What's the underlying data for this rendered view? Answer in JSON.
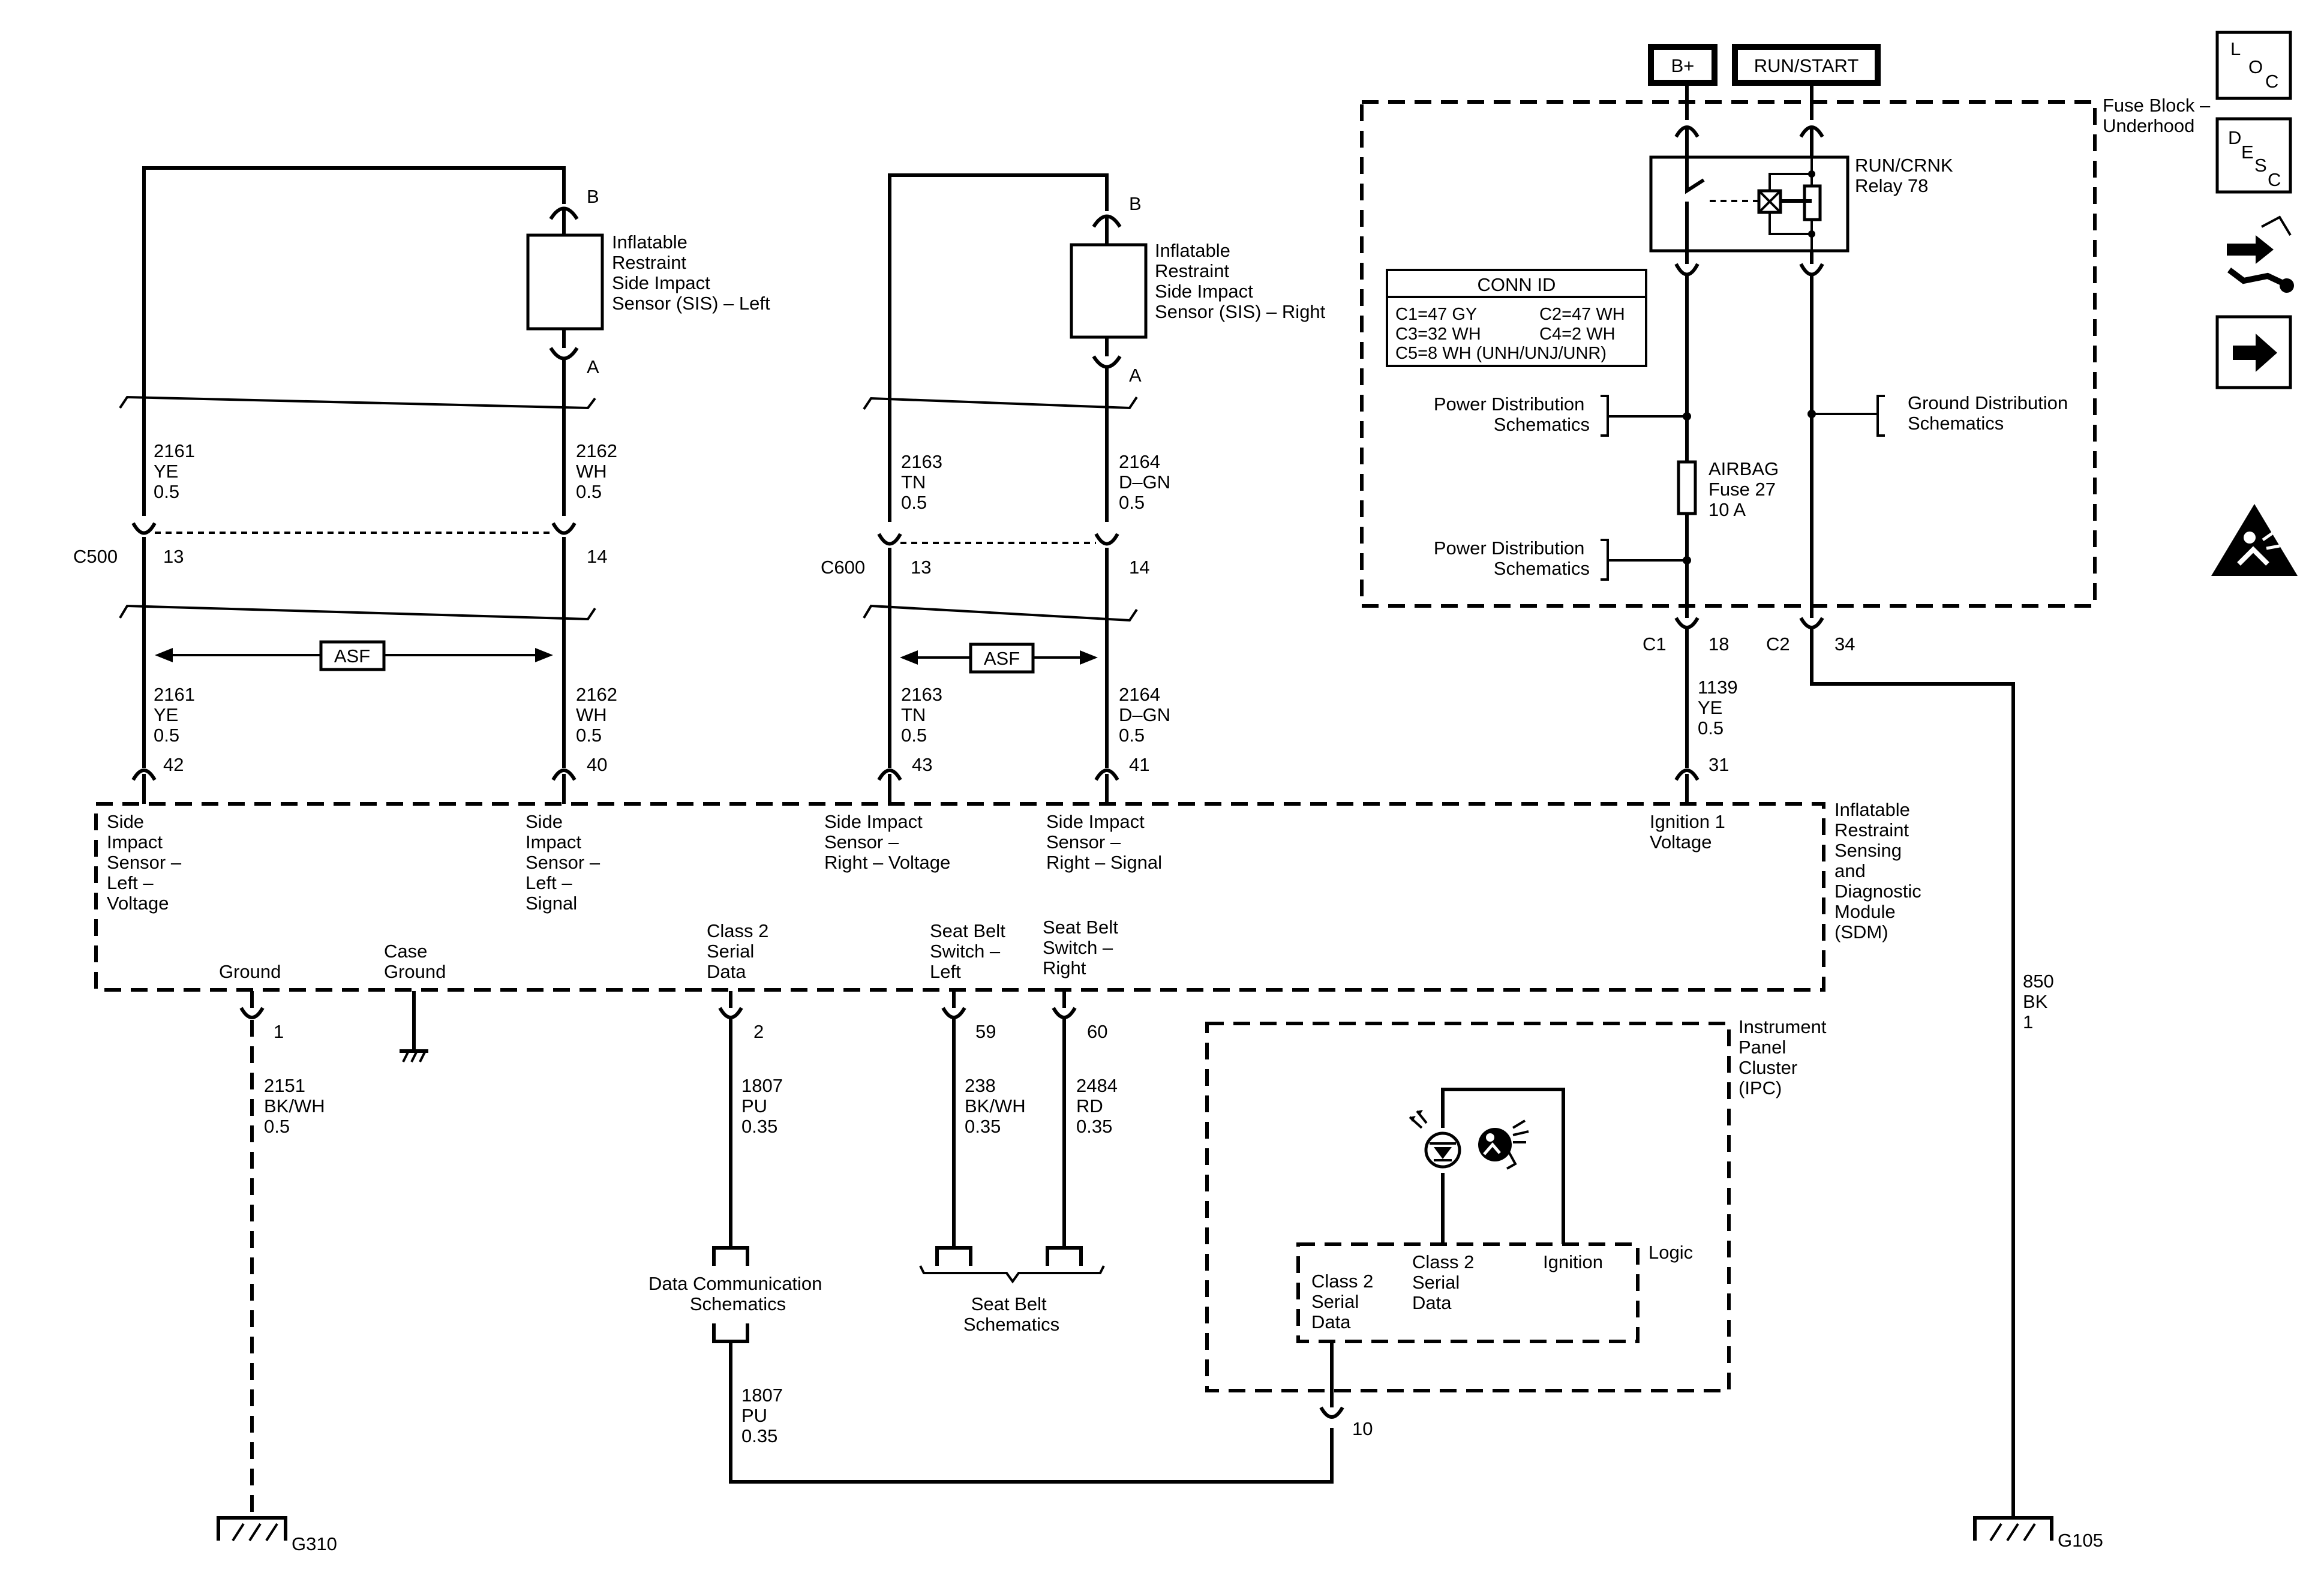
{
  "power_sources": {
    "b_plus": "B+",
    "run_start": "RUN/START"
  },
  "fuse_block": {
    "title_lines": [
      "Fuse Block –",
      "Underhood"
    ],
    "relay_lines": [
      "RUN/CRNK",
      "Relay 78"
    ],
    "conn_id": {
      "header": "CONN ID",
      "rows": [
        "C1=47 GY",
        "C2=47 WH",
        "C3=32 WH",
        "C4=2 WH",
        "C5=8 WH (UNH/UNJ/UNR)"
      ]
    },
    "power_dist_lines": [
      "Power Distribution",
      "Schematics"
    ],
    "ground_dist_lines": [
      "Ground Distribution",
      "Schematics"
    ],
    "fuse_lines": [
      "AIRBAG",
      "Fuse 27",
      "10 A"
    ],
    "c1": "C1",
    "c1_pin": "18",
    "c2": "C2",
    "c2_pin": "34"
  },
  "left_sensor": {
    "label_lines": [
      "Inflatable",
      "Restraint",
      "Side Impact",
      "Sensor (SIS) – Left"
    ],
    "pin_b": "B",
    "pin_a": "A"
  },
  "right_sensor": {
    "label_lines": [
      "Inflatable",
      "Restraint",
      "Side Impact",
      "Sensor (SIS) – Right"
    ],
    "pin_b": "B",
    "pin_a": "A"
  },
  "connectors": {
    "c500": "C500",
    "c500_pin13": "13",
    "c500_pin14": "14",
    "c600": "C600",
    "c600_pin13": "13",
    "c600_pin14": "14"
  },
  "asf_label": "ASF",
  "wires": {
    "w2161": [
      "2161",
      "YE",
      "0.5"
    ],
    "w2162": [
      "2162",
      "WH",
      "0.5"
    ],
    "w2163": [
      "2163",
      "TN",
      "0.5"
    ],
    "w2164": [
      "2164",
      "D–GN",
      "0.5"
    ],
    "w1139": [
      "1139",
      "YE",
      "0.5"
    ],
    "w850": [
      "850",
      "BK",
      "1"
    ],
    "w2151": [
      "2151",
      "BK/WH",
      "0.5"
    ],
    "w1807": [
      "1807",
      "PU",
      "0.35"
    ],
    "w238": [
      "238",
      "BK/WH",
      "0.35"
    ],
    "w2484": [
      "2484",
      "RD",
      "0.35"
    ]
  },
  "sdm": {
    "title_lines": [
      "Inflatable",
      "Restraint",
      "Sensing",
      "and",
      "Diagnostic",
      "Module",
      "(SDM)"
    ],
    "pin42": "42",
    "pin40": "40",
    "pin43": "43",
    "pin41": "41",
    "pin31": "31",
    "pin1": "1",
    "pin2": "2",
    "pin59": "59",
    "pin60": "60",
    "label_sis_left_voltage": [
      "Side",
      "Impact",
      "Sensor –",
      "Left –",
      "Voltage"
    ],
    "label_sis_left_signal": [
      "Side",
      "Impact",
      "Sensor –",
      "Left –",
      "Signal"
    ],
    "label_sis_right_voltage": [
      "Side Impact",
      "Sensor –",
      "Right – Voltage"
    ],
    "label_sis_right_signal": [
      "Side Impact",
      "Sensor –",
      "Right – Signal"
    ],
    "label_ignition": [
      "Ignition 1",
      "Voltage"
    ],
    "label_ground": "Ground",
    "label_case_ground": [
      "Case",
      "Ground"
    ],
    "label_class2": [
      "Class 2",
      "Serial",
      "Data"
    ],
    "label_sb_left": [
      "Seat Belt",
      "Switch –",
      "Left"
    ],
    "label_sb_right": [
      "Seat Belt",
      "Switch –",
      "Right"
    ]
  },
  "ipc": {
    "title_lines": [
      "Instrument",
      "Panel",
      "Cluster",
      "(IPC)"
    ],
    "logic": "Logic",
    "class2_a": [
      "Class 2",
      "Serial",
      "Data"
    ],
    "class2_b": [
      "Class 2",
      "Serial",
      "Data"
    ],
    "ignition": "Ignition",
    "pin10": "10"
  },
  "data_comm_lines": [
    "Data Communication",
    "Schematics"
  ],
  "seat_belt_lines": [
    "Seat Belt",
    "Schematics"
  ],
  "grounds": {
    "g310": "G310",
    "g105": "G105"
  },
  "side_icons": {
    "loc": {
      "l": "L",
      "o": "O",
      "c": "C"
    },
    "desc": {
      "d": "D",
      "e": "E",
      "s": "S",
      "c": "C"
    },
    "icon_names": [
      "loc-icon",
      "desc-icon",
      "component-swap-icon",
      "next-arrow-icon",
      "airbag-warning-icon"
    ]
  }
}
